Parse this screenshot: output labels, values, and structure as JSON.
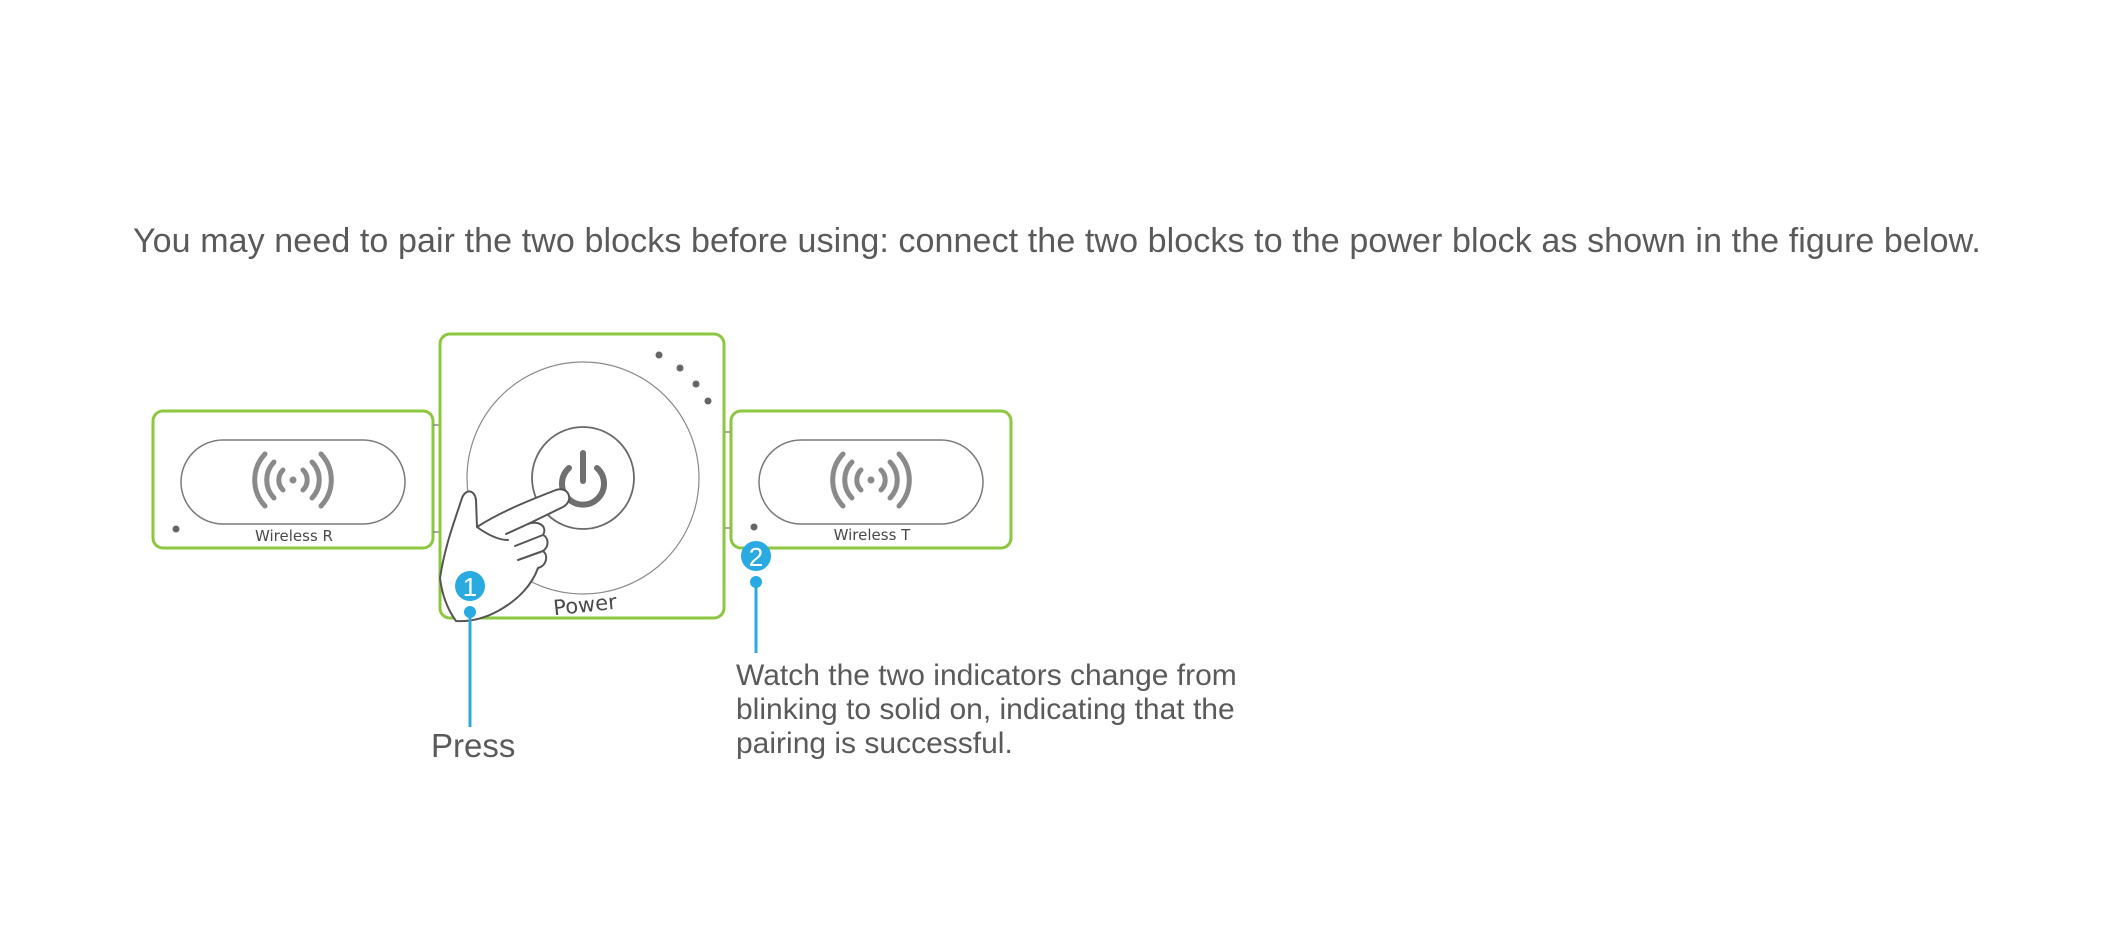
{
  "instruction": "You may need to pair the two blocks before using: connect the two blocks to the power block as shown in the figure below.",
  "blocks": {
    "left": {
      "label": "Wireless R"
    },
    "center": {
      "label": "Power"
    },
    "right": {
      "label": "Wireless T"
    }
  },
  "steps": [
    {
      "number": "1",
      "text": "Press"
    },
    {
      "number": "2",
      "lines": [
        "Watch the two indicators change from",
        "blinking to solid on, indicating that the",
        "pairing is successful."
      ]
    }
  ],
  "colors": {
    "block_border": "#8dc63f",
    "callout": "#29abe2",
    "icon": "#8a8a8a",
    "text": "#5a5a5a"
  },
  "icons": {
    "wireless": "wireless-signal-icon",
    "power": "power-icon",
    "hand": "pointing-hand-icon"
  }
}
